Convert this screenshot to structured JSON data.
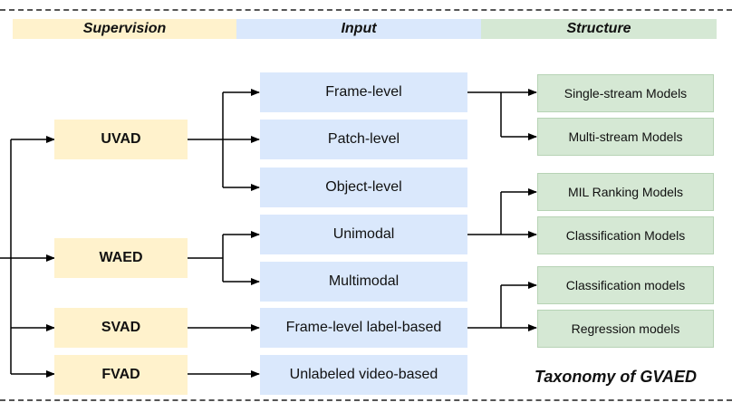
{
  "headers": {
    "supervision": "Supervision",
    "input": "Input",
    "structure": "Structure"
  },
  "supervision": [
    "UVAD",
    "WAED",
    "SVAD",
    "FVAD"
  ],
  "input": [
    "Frame-level",
    "Patch-level",
    "Object-level",
    "Unimodal",
    "Multimodal",
    "Frame-level label-based",
    "Unlabeled video-based"
  ],
  "structure": [
    "Single-stream Models",
    "Multi-stream Models",
    "MIL Ranking Models",
    "Classification Models",
    "Classification models",
    "Regression models"
  ],
  "title": "Taxonomy of GVAED",
  "colors": {
    "supervision_fill": "#fff2cc",
    "input_fill": "#dae8fc",
    "structure_fill": "#d5e8d4",
    "connector": "#000000"
  }
}
